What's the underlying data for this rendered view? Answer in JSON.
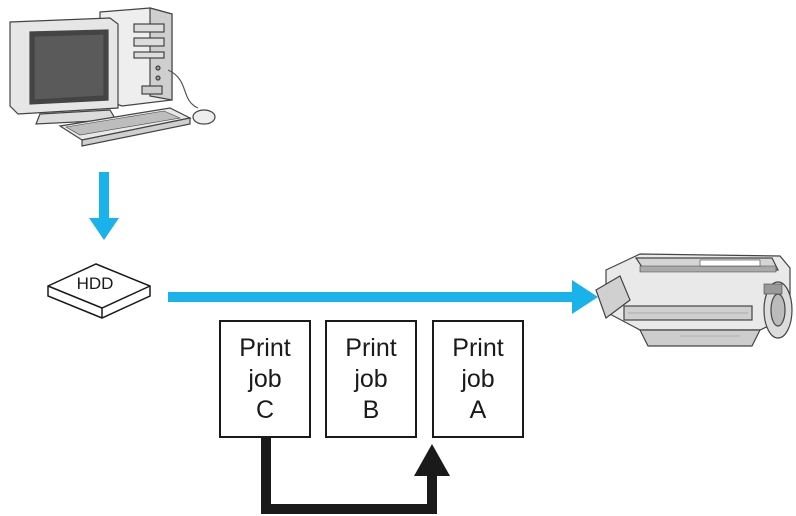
{
  "hdd": {
    "label": "HDD"
  },
  "jobs": [
    {
      "word1": "Print",
      "word2": "job",
      "letter": "C"
    },
    {
      "word1": "Print",
      "word2": "job",
      "letter": "B"
    },
    {
      "word1": "Print",
      "word2": "job",
      "letter": "A"
    }
  ],
  "colors": {
    "arrow": "#19b2ea",
    "reorder_arrow": "#1a1a1a",
    "outline": "#1a1a1a"
  }
}
